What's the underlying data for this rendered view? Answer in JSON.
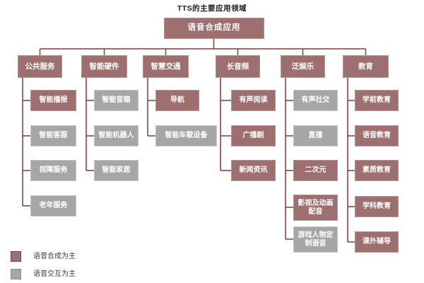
{
  "title": "TTS的主要应用领域",
  "root": {
    "label": "语音合成应用"
  },
  "colors": {
    "synthesis": "#9d6f6f",
    "interaction": "#a6a6a6",
    "connector": "#7a3e3e"
  },
  "columns": [
    {
      "label": "公共服务",
      "children": [
        {
          "label": "智能播报",
          "type": "synthesis"
        },
        {
          "label": "智能客服",
          "type": "interaction"
        },
        {
          "label": "视障服务",
          "type": "interaction"
        },
        {
          "label": "老年服务",
          "type": "interaction"
        }
      ]
    },
    {
      "label": "智能硬件",
      "children": [
        {
          "label": "智能音箱",
          "type": "interaction"
        },
        {
          "label": "智能机器人",
          "type": "interaction"
        },
        {
          "label": "智能家居",
          "type": "interaction"
        }
      ]
    },
    {
      "label": "智慧交通",
      "children": [
        {
          "label": "导航",
          "type": "synthesis"
        },
        {
          "label": "智能车载设备",
          "type": "interaction"
        }
      ]
    },
    {
      "label": "长音频",
      "children": [
        {
          "label": "有声阅读",
          "type": "synthesis"
        },
        {
          "label": "广播剧",
          "type": "synthesis"
        },
        {
          "label": "新闻资讯",
          "type": "synthesis"
        }
      ]
    },
    {
      "label": "泛娱乐",
      "children": [
        {
          "label": "有声社交",
          "type": "interaction"
        },
        {
          "label": "直播",
          "type": "interaction"
        },
        {
          "label": "二次元",
          "type": "synthesis"
        },
        {
          "label": "影视及动画配音",
          "type": "synthesis"
        },
        {
          "label": "游戏人物定制语音",
          "type": "interaction"
        }
      ]
    },
    {
      "label": "教育",
      "children": [
        {
          "label": "学前教育",
          "type": "synthesis"
        },
        {
          "label": "语音教育",
          "type": "synthesis"
        },
        {
          "label": "素质教育",
          "type": "synthesis"
        },
        {
          "label": "学科教育",
          "type": "synthesis"
        },
        {
          "label": "课外辅导",
          "type": "synthesis"
        }
      ]
    }
  ],
  "legend": [
    {
      "label": "语音合成为主",
      "type": "synthesis"
    },
    {
      "label": "语音交互为主",
      "type": "interaction"
    }
  ]
}
